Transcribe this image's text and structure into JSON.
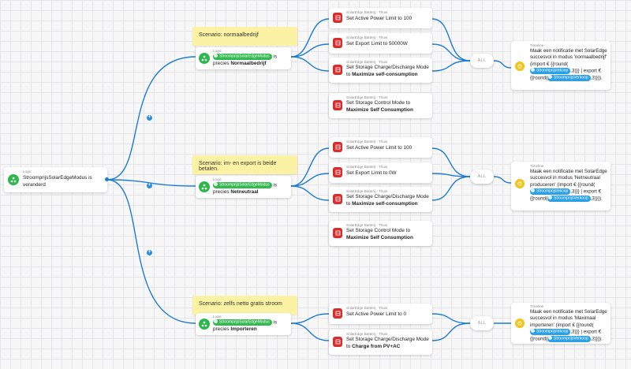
{
  "trigger": {
    "sub": "Logic",
    "text": "StroomprijsSolarEdgeModus is veranderd"
  },
  "scenarios": [
    {
      "note": "Scenario: normaalbedrijf",
      "logic": {
        "sub": "Logic",
        "pill": "StroomprijsSolarEdgeModus",
        "rest": "is",
        "line2a": "precies ",
        "line2b": "Normaalbedrijf"
      },
      "actions": [
        {
          "sub": "SolarEdge Batterij - Thuis",
          "a": "Set Active Power Limit to 100",
          "b": ""
        },
        {
          "sub": "SolarEdge Batterij - Thuis",
          "a": "Set Export Limit to 50000W",
          "b": ""
        },
        {
          "sub": "SolarEdge Batterij - Thuis",
          "a": "Set Storage Charge/Discharge Mode",
          "b1": "to ",
          "b2": "Maximize self-consumption"
        },
        {
          "sub": "SolarEdge Batterij - Thuis",
          "a": "Set Storage Control Mode to",
          "b1": "",
          "b2": "Maximize Self Consumption"
        }
      ],
      "all": "ALL",
      "timeline": {
        "sub": "Timeline",
        "l1": "Maak een notificatie met SolarEdge",
        "l2": "succesvol in modus 'normaalbedrijf'",
        "l3": "(import € {{round(",
        "pill1": "StroomprijsInkoop",
        "l4a": ",3)}} | export €",
        "l5a": "{{round(",
        "pill2": "StroomprijsVerkoop",
        "l5b": ",3)}})."
      }
    },
    {
      "note": "Scenario: im- en export is beide betalen.",
      "logic": {
        "sub": "Logic",
        "pill": "StroomprijsSolarEdgeModus",
        "rest": "is",
        "line2a": "precies ",
        "line2b": "Netneutraal"
      },
      "actions": [
        {
          "sub": "SolarEdge Batterij - Thuis",
          "a": "Set Active Power Limit to 100",
          "b": ""
        },
        {
          "sub": "SolarEdge Batterij - Thuis",
          "a": "Set Export Limit to 0W",
          "b": ""
        },
        {
          "sub": "SolarEdge Batterij - Thuis",
          "a": "Set Storage Charge/Discharge Mode",
          "b1": "to ",
          "b2": "Maximize self-consumption"
        },
        {
          "sub": "SolarEdge Batterij - Thuis",
          "a": "Set Storage Control Mode to",
          "b1": "",
          "b2": "Maximize Self Consumption"
        }
      ],
      "all": "ALL",
      "timeline": {
        "sub": "Timeline",
        "l1": "Maak een notificatie met SolarEdge",
        "l2": "succesvol in modus 'Netneutraal",
        "l3": "produceren' (import € {{round(",
        "pill1": "StroomprijsInkoop",
        "l4a": ",3)}} | export €",
        "l5a": "{{round(",
        "pill2": "StroomprijsVerkoop",
        "l5b": ",3)}})."
      }
    },
    {
      "note": "Scenario: zelfs netto gratis stroom",
      "logic": {
        "sub": "Logic",
        "pill": "StroomprijsSolarEdgeModus",
        "rest": "is",
        "line2a": "precies ",
        "line2b": "Importeren"
      },
      "actions": [
        {
          "sub": "SolarEdge Batterij - Thuis",
          "a": "Set Active Power Limit to 0",
          "b": ""
        },
        {
          "sub": "SolarEdge Batterij - Thuis",
          "a": "Set Storage Charge/Discharge Mode",
          "b1": "to ",
          "b2": "Charge from PV+AC"
        }
      ],
      "all": "ALL",
      "timeline": {
        "sub": "Timeline",
        "l1": "Maak een notificatie met SolarEdge",
        "l2": "succesvol in modus 'Maximaal",
        "l3": "importeren' (import € {{round(",
        "pill1": "StroomprijsInkoop",
        "l4a": ",3)}} | export €",
        "l5a": "{{round(",
        "pill2": "StroomprijsVerkoop",
        "l5b": ",3)}})."
      }
    }
  ],
  "colors": {
    "wire": "#1f7bd2",
    "logic_green": "#2db84c",
    "device_red": "#d92d2d",
    "timeline_yellow": "#f2c318",
    "note_yellow": "#fbf3a3",
    "pill_blue": "#2aa0e6"
  },
  "icons": {
    "logic": "logic-node-icon",
    "device": "device-icon",
    "timeline": "timeline-icon",
    "connector": "plus-icon"
  }
}
